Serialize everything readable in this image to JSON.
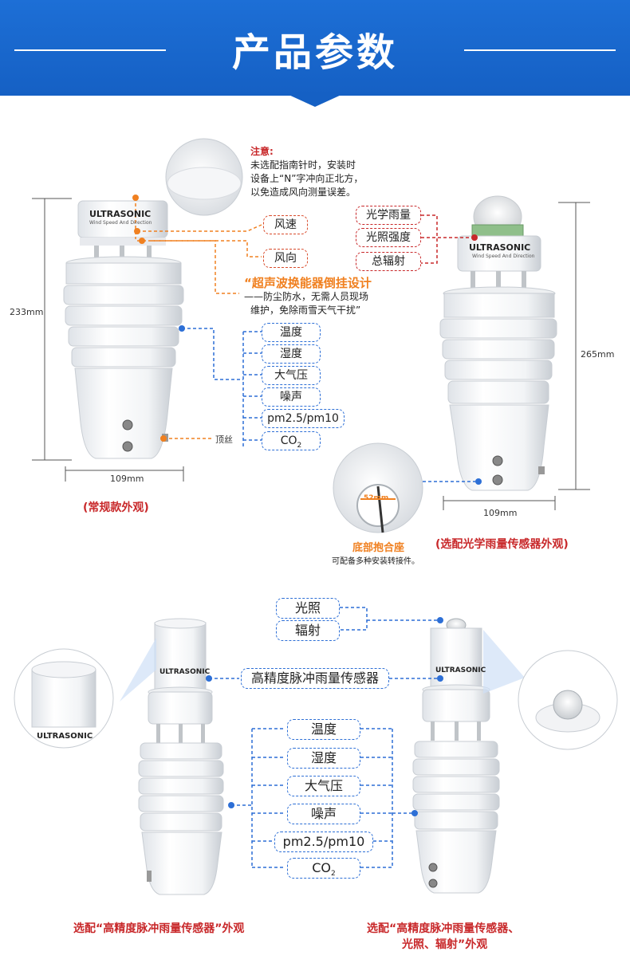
{
  "header": {
    "title": "产品参数"
  },
  "section1": {
    "note_title": "注意:",
    "note_lines": [
      "未选配指南针时，安装时",
      "设备上“N”字冲向正北方，",
      "以免造成风向测量误差。"
    ],
    "wind_labels": [
      "风速",
      "风向"
    ],
    "feature_title": "“超声波换能器倒挂设计",
    "feature_lines": [
      "——防尘防水，无需人员现场",
      "维护，免除雨雪天气干扰”"
    ],
    "sensor_labels": [
      "温度",
      "湿度",
      "大气压",
      "噪声",
      "pm2.5/pm10",
      "CO"
    ],
    "co2_sub": "2",
    "screw_label": "顶丝",
    "dim_height_left": "233mm",
    "dim_width_left": "109mm",
    "caption_left": "(常规款外观)",
    "brand": "ULTRASONIC",
    "brand_sub": "Wind Speed And Direction",
    "optical_labels": [
      "光学雨量",
      "光照强度",
      "总辐射"
    ],
    "dim_height_right": "265mm",
    "dim_width_right": "109mm",
    "base_dim": "52mm",
    "base_title": "底部抱合座",
    "base_sub": "可配备多种安装转接件。",
    "caption_right": "(选配光学雨量传感器外观)"
  },
  "section2": {
    "light_labels": [
      "光照",
      "辐射"
    ],
    "rain_label": "高精度脉冲雨量传感器",
    "sensor_labels": [
      "温度",
      "湿度",
      "大气压",
      "噪声",
      "pm2.5/pm10",
      "CO"
    ],
    "co2_sub": "2",
    "caption_left": "选配“高精度脉冲雨量传感器”外观",
    "caption_right_lines": [
      "选配“高精度脉冲雨量传感器、",
      "光照、辐射”外观"
    ]
  },
  "colors": {
    "banner": "#1d6fd6",
    "accent_orange": "#f08020",
    "accent_blue": "#2d6fd6",
    "caption_red": "#c8282a"
  }
}
